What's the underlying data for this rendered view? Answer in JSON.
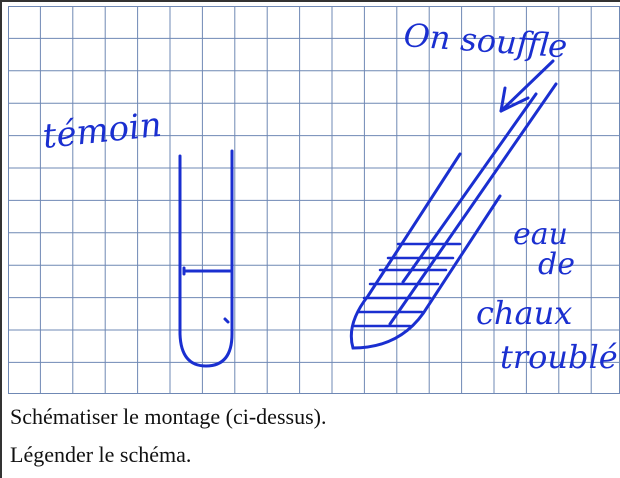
{
  "figure": {
    "labels": {
      "temoin": "témoin",
      "on_souffle": "On souffle",
      "eau_de_chaux_troublee": [
        "eau",
        "de",
        "chaux",
        "troublé"
      ]
    },
    "colors": {
      "grid": "#6f88b4",
      "ink": "#1a2fd0"
    }
  },
  "instructions": [
    "Schématiser le montage (ci-dessus).",
    "Légender le schéma."
  ]
}
